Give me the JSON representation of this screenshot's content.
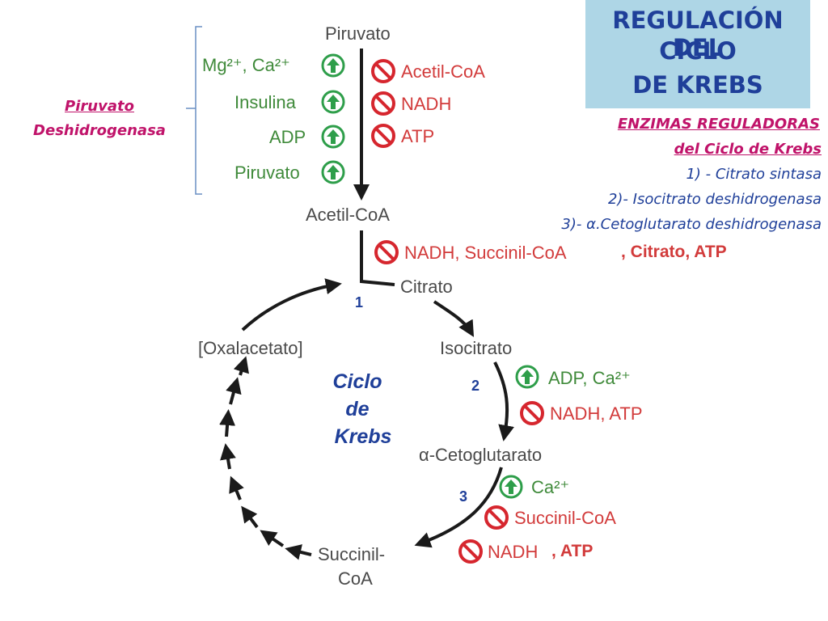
{
  "title": {
    "line1": "REGULACIÓN DEL",
    "line2": "CICLO",
    "line3": "DE KREBS"
  },
  "enzymes": {
    "header1": "ENZIMAS REGULADORAS",
    "header2": "del Ciclo de Krebs",
    "items": [
      "1) - Citrato sintasa",
      "2)- Isocitrato deshidrogenasa",
      "3)- α.Cetoglutarato deshidrogenasa"
    ]
  },
  "pdh_label": {
    "line1": "Piruvato",
    "line2": "Deshidrogenasa"
  },
  "nodes": {
    "piruvato": "Piruvato",
    "acetil_coa": "Acetil-CoA",
    "citrato": "Citrato",
    "isocitrato": "Isocitrato",
    "cetoglutarato": "α-Cetoglutarato",
    "succinil_coa_1": "Succinil-",
    "succinil_coa_2": "CoA",
    "oxalacetato": "[Oxalacetato]"
  },
  "pdh_activators": [
    "Mg²⁺, Ca²⁺",
    "Insulina",
    "ADP",
    "Piruvato"
  ],
  "pdh_inhibitors": [
    "Acetil-CoA",
    "NADH",
    "ATP"
  ],
  "citrate_synthase": {
    "inhibitors": "NADH, Succinil-CoA",
    "extra": ", Citrato, ATP"
  },
  "isocitrate_dh": {
    "activators": "ADP, Ca²⁺",
    "inhibitors": "NADH, ATP"
  },
  "akg_dh": {
    "activators": "Ca²⁺",
    "inhibitor1": "Succinil-CoA",
    "inhibitor2": "NADH",
    "extra": ", ATP"
  },
  "steps": [
    "1",
    "2",
    "3"
  ],
  "cycle_label": {
    "line1": "Ciclo",
    "line2": "de",
    "line3": "Krebs"
  },
  "colors": {
    "activator": "#2e9e4a",
    "inhibitor": "#d6262e",
    "title_bg": "#aed6e6",
    "title_text": "#1f3f99",
    "accent_magenta": "#c0136a"
  }
}
